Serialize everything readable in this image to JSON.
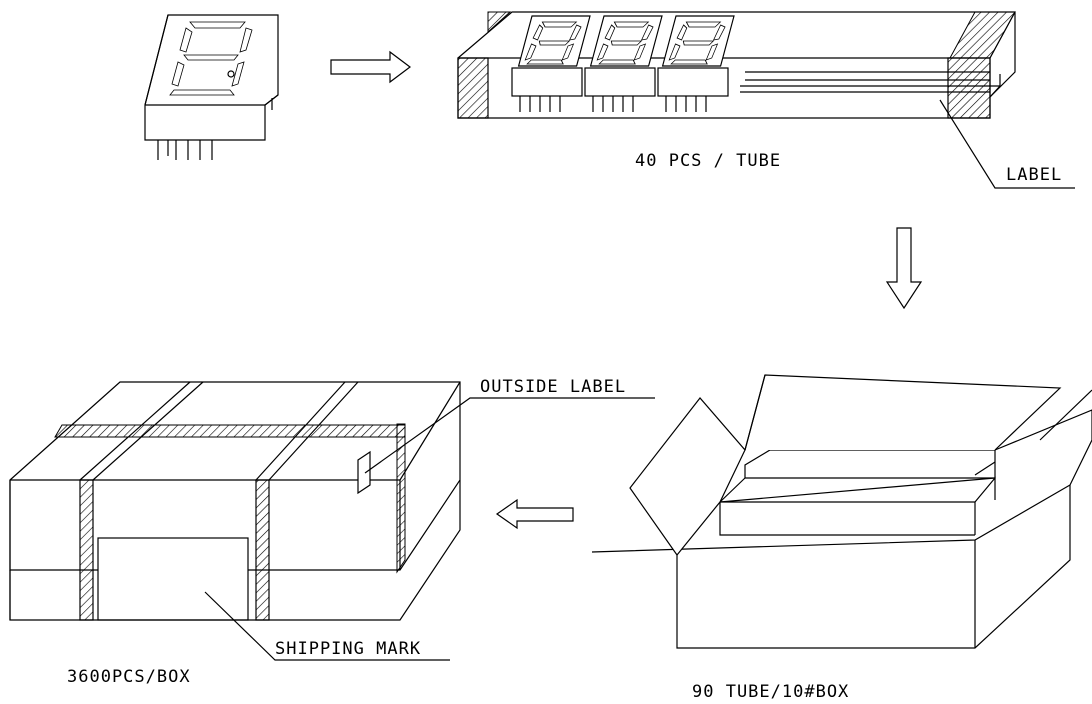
{
  "labels": {
    "tube_qty": "40 PCS / TUBE",
    "tube_label": "LABEL",
    "outside_label": "OUTSIDE LABEL",
    "shipping_mark": "SHIPPING MARK",
    "box_qty": "3600PCS/BOX",
    "inner_box_qty": "90 TUBE/10#BOX"
  }
}
